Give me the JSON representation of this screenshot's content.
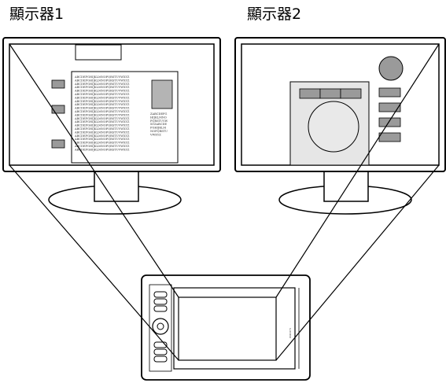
{
  "monitor_1": {
    "label": "顯示器1"
  },
  "monitor_2": {
    "label": "顯示器2"
  },
  "document": {
    "main_column": "ABCDEFGHIJKLMNOPQRSTUVWXYZ ABCDEFGHIJKLMNOPQRSTUVWXYZ ABCDEFGHIJKLMNOPQRSTUVWXYZ ABCDEFGHIJKLMNOPQRSTUVWXYZ ABCDEFGHIJKLMNOPQRSTUVWXYZ ABCDEFGHIJKLMNOPQRSTUVWXYZ ABCDEFGHIJKLMNOPQRSTUVWXYZ ABCDEFGHIJKLMNOPQRSTUVWXYZ ABCDEFGHIJKLMNOPQRSTUVWXYZ ABCDEFGHIJKLMNOPQRSTUVWXYZ ABCDEFGHIJKLMNOPQRSTUVWXYZ ABCDEFGHIJKLMNOPQRSTUVWXYZ ABCDEFGHIJKLMNOPQRSTUVWXYZ ABCDEFGHIJKLMNOPQRSTUVWXYZ ABCDEFGHIJKLMNOPQRSTUVWXYZ ABCDEFGHIJKLMNOPQRSTUVWXYZ ABCDEFGHIJKLMNOPQRSTUVWXYZ ABCDEFGHIJKLMNOPQRSTUVWXYZ ABCDEFGHIJKLMNOPQRSTUVWXYZ ABCDEFGHIJKLMNOPQRSTUVWXYZ ABCDEFGHIJKLMNOPQRSTUVWXYZ ABCDEFGHIJKLMNOPQRSTUVWXYZ",
    "side_column": "ZABCDEFGHIJKLMNOPQRSTUVWXYZ ABCDEFGHIJKLMNOPQRSTUVWXYZ"
  },
  "tablet": {
    "brand": "wacom"
  },
  "colors": {
    "line": "#000000",
    "gray_block": "#b4b4b4",
    "dark_block": "#9a9a9a",
    "panel": "#e6e6e6",
    "circle_fill": "#e9e9e9",
    "screen_bg": "#ffffff"
  }
}
